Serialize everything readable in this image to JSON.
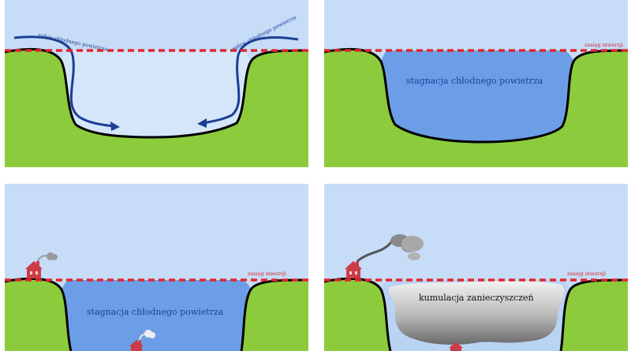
{
  "panels": {
    "p1": {
      "flow_left_label": "spływ chłodnego powietrza",
      "flow_right_label": "spływ chłodnego powietrza"
    },
    "p2": {
      "inversion_label": "zasięg inwersji",
      "stagnation_label": "stagnacja chłodnego powietrza"
    },
    "p3": {
      "inversion_label": "zasięg inwersji",
      "stagnation_label": "stagnacja chłodnego powietrza"
    },
    "p4": {
      "inversion_label": "zasięg inwersji",
      "pollution_label": "kumulacja zanieczyszczeń"
    }
  },
  "colors": {
    "sky": "#c6dcf7",
    "ground": "#8ccc3c",
    "cold_air_light": "#d5e6fb",
    "cold_air_pool": "#6c9ee8",
    "arrow": "#1c3f95",
    "inversion_line": "#e3262d",
    "house": "#cc3c48",
    "smoke": "#9a9a9a"
  },
  "icons": {
    "flow_arrow": "curved-arrow-icon",
    "house": "house-icon",
    "smoke": "smoke-plume-icon"
  }
}
